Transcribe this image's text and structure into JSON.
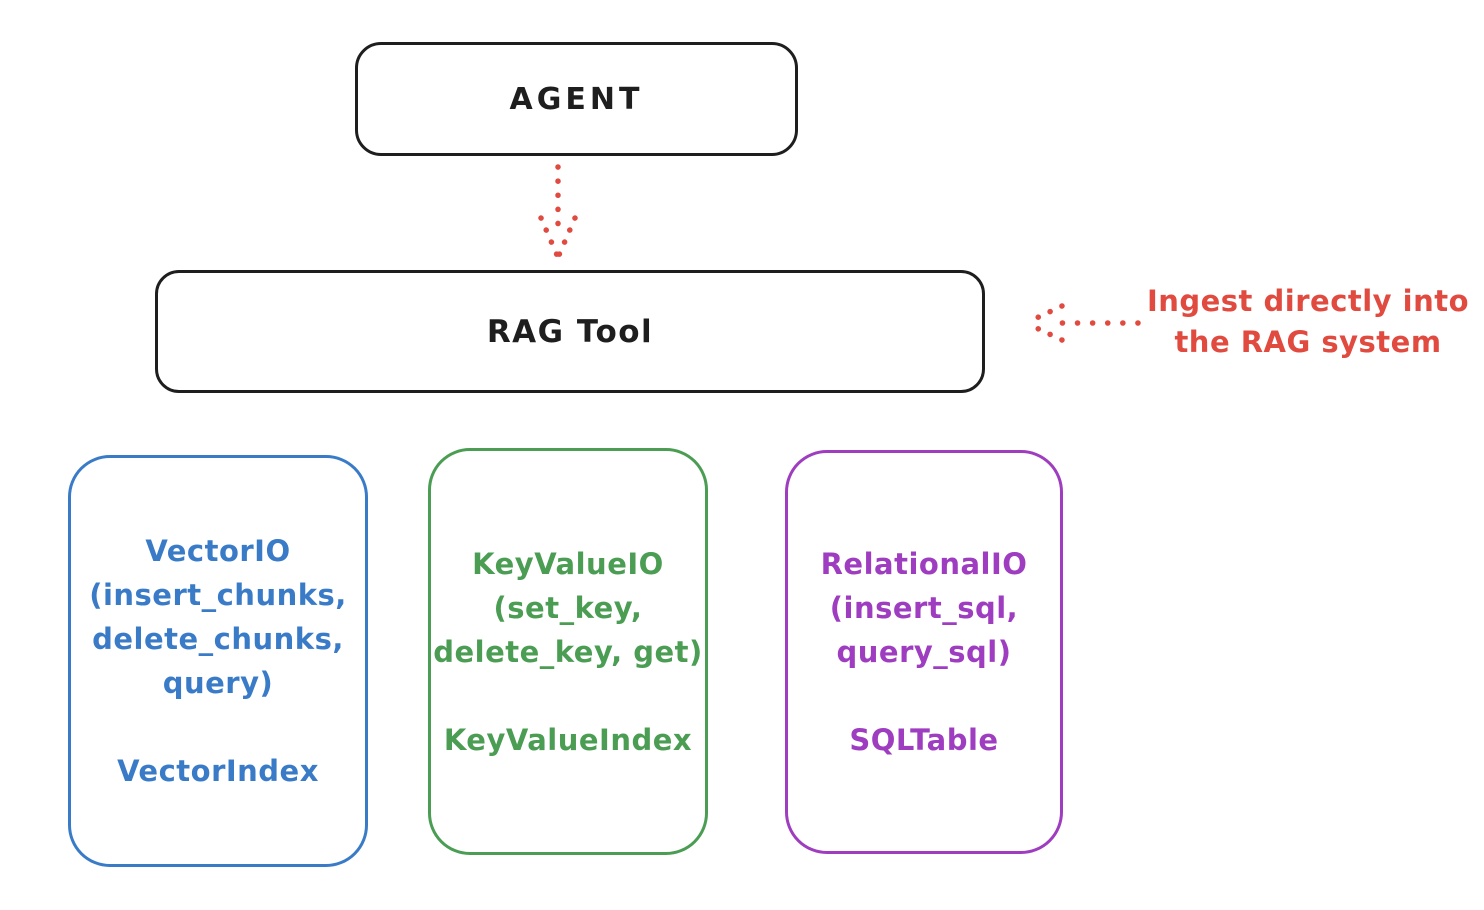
{
  "theme": {
    "background": "#ffffff",
    "ink": "#1e1e1e",
    "accent_red": "#e04a3f",
    "accent_blue": "#3a7bc8",
    "accent_green": "#4a9d52",
    "accent_purple": "#9e3dc0"
  },
  "diagram": {
    "agent": {
      "label": "AGENT"
    },
    "rag_tool": {
      "label": "RAG Tool"
    },
    "ingest_annotation": {
      "text": "Ingest directly into\nthe RAG system"
    },
    "storage_boxes": [
      {
        "name": "vector-io",
        "color": "#3a7bc8",
        "io_label": "VectorIO\n(insert_chunks,\ndelete_chunks,\nquery)",
        "index_label": "VectorIndex"
      },
      {
        "name": "keyvalue-io",
        "color": "#4a9d52",
        "io_label": "KeyValueIO\n(set_key,\ndelete_key, get)",
        "index_label": "KeyValueIndex"
      },
      {
        "name": "relational-io",
        "color": "#9e3dc0",
        "io_label": "RelationalIO\n(insert_sql,\nquery_sql)",
        "index_label": "SQLTable"
      }
    ]
  }
}
